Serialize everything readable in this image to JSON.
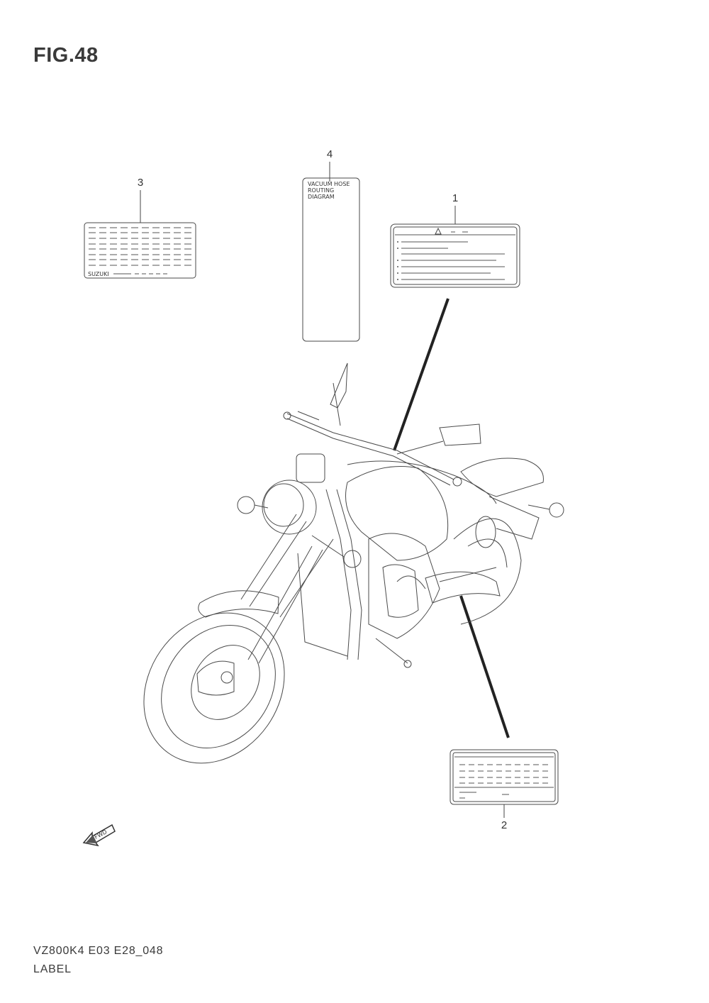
{
  "figure": {
    "title": "FIG.48",
    "model_code": "VZ800K4  E03  E28_048",
    "caption": "LABEL"
  },
  "callouts": [
    "1",
    "2",
    "3",
    "4"
  ],
  "label_3": {
    "brand_text": "SUZUKI"
  },
  "label_4": {
    "lines": [
      "VACUUM HOSE",
      "ROUTING",
      "DIAGRAM"
    ]
  },
  "fwd_arrow": {
    "text": "FWD"
  },
  "colors": {
    "line": "#4a4a4a",
    "leader": "#222222",
    "background": "#ffffff"
  },
  "icons": [
    "warning-triangle-icon",
    "fwd-arrow-icon"
  ]
}
